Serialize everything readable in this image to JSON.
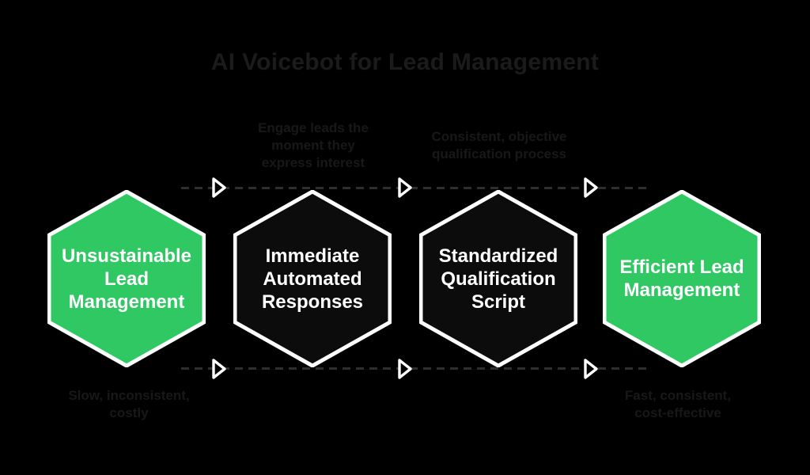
{
  "title": {
    "text": "AI Voicebot for Lead Management"
  },
  "colors": {
    "background": "#000000",
    "green": "#2fc863",
    "dark_hex_fill": "#0c0c0c",
    "hex_border": "#ffffff",
    "hex_text": "#ffffff",
    "dash": "#2e2e2e",
    "muted_text": "#181818",
    "arrow_stroke": "#ffffff",
    "arrow_fill": "#000000"
  },
  "hexagons": [
    {
      "name": "unsustainable-lead-management",
      "fill": "#2fc863",
      "lines": [
        "Unsustainable",
        "Lead",
        "Management"
      ]
    },
    {
      "name": "immediate-automated-responses",
      "fill": "#0c0c0c",
      "lines": [
        "Immediate",
        "Automated",
        "Responses"
      ]
    },
    {
      "name": "standardized-qualification-script",
      "fill": "#0c0c0c",
      "lines": [
        "Standardized",
        "Qualification",
        "Script"
      ]
    },
    {
      "name": "efficient-lead-management",
      "fill": "#2fc863",
      "lines": [
        "Efficient Lead",
        "Management"
      ]
    }
  ],
  "annotations": [
    {
      "position": "top-left",
      "lines": [
        "Engage leads the",
        "moment they",
        "express interest"
      ]
    },
    {
      "position": "top-right",
      "lines": [
        "Consistent, objective",
        "qualification process"
      ]
    },
    {
      "position": "bottom-left",
      "lines": [
        "Slow, inconsistent,",
        "costly"
      ]
    },
    {
      "position": "bottom-right",
      "lines": [
        "Fast, consistent,",
        "cost-effective"
      ]
    }
  ]
}
